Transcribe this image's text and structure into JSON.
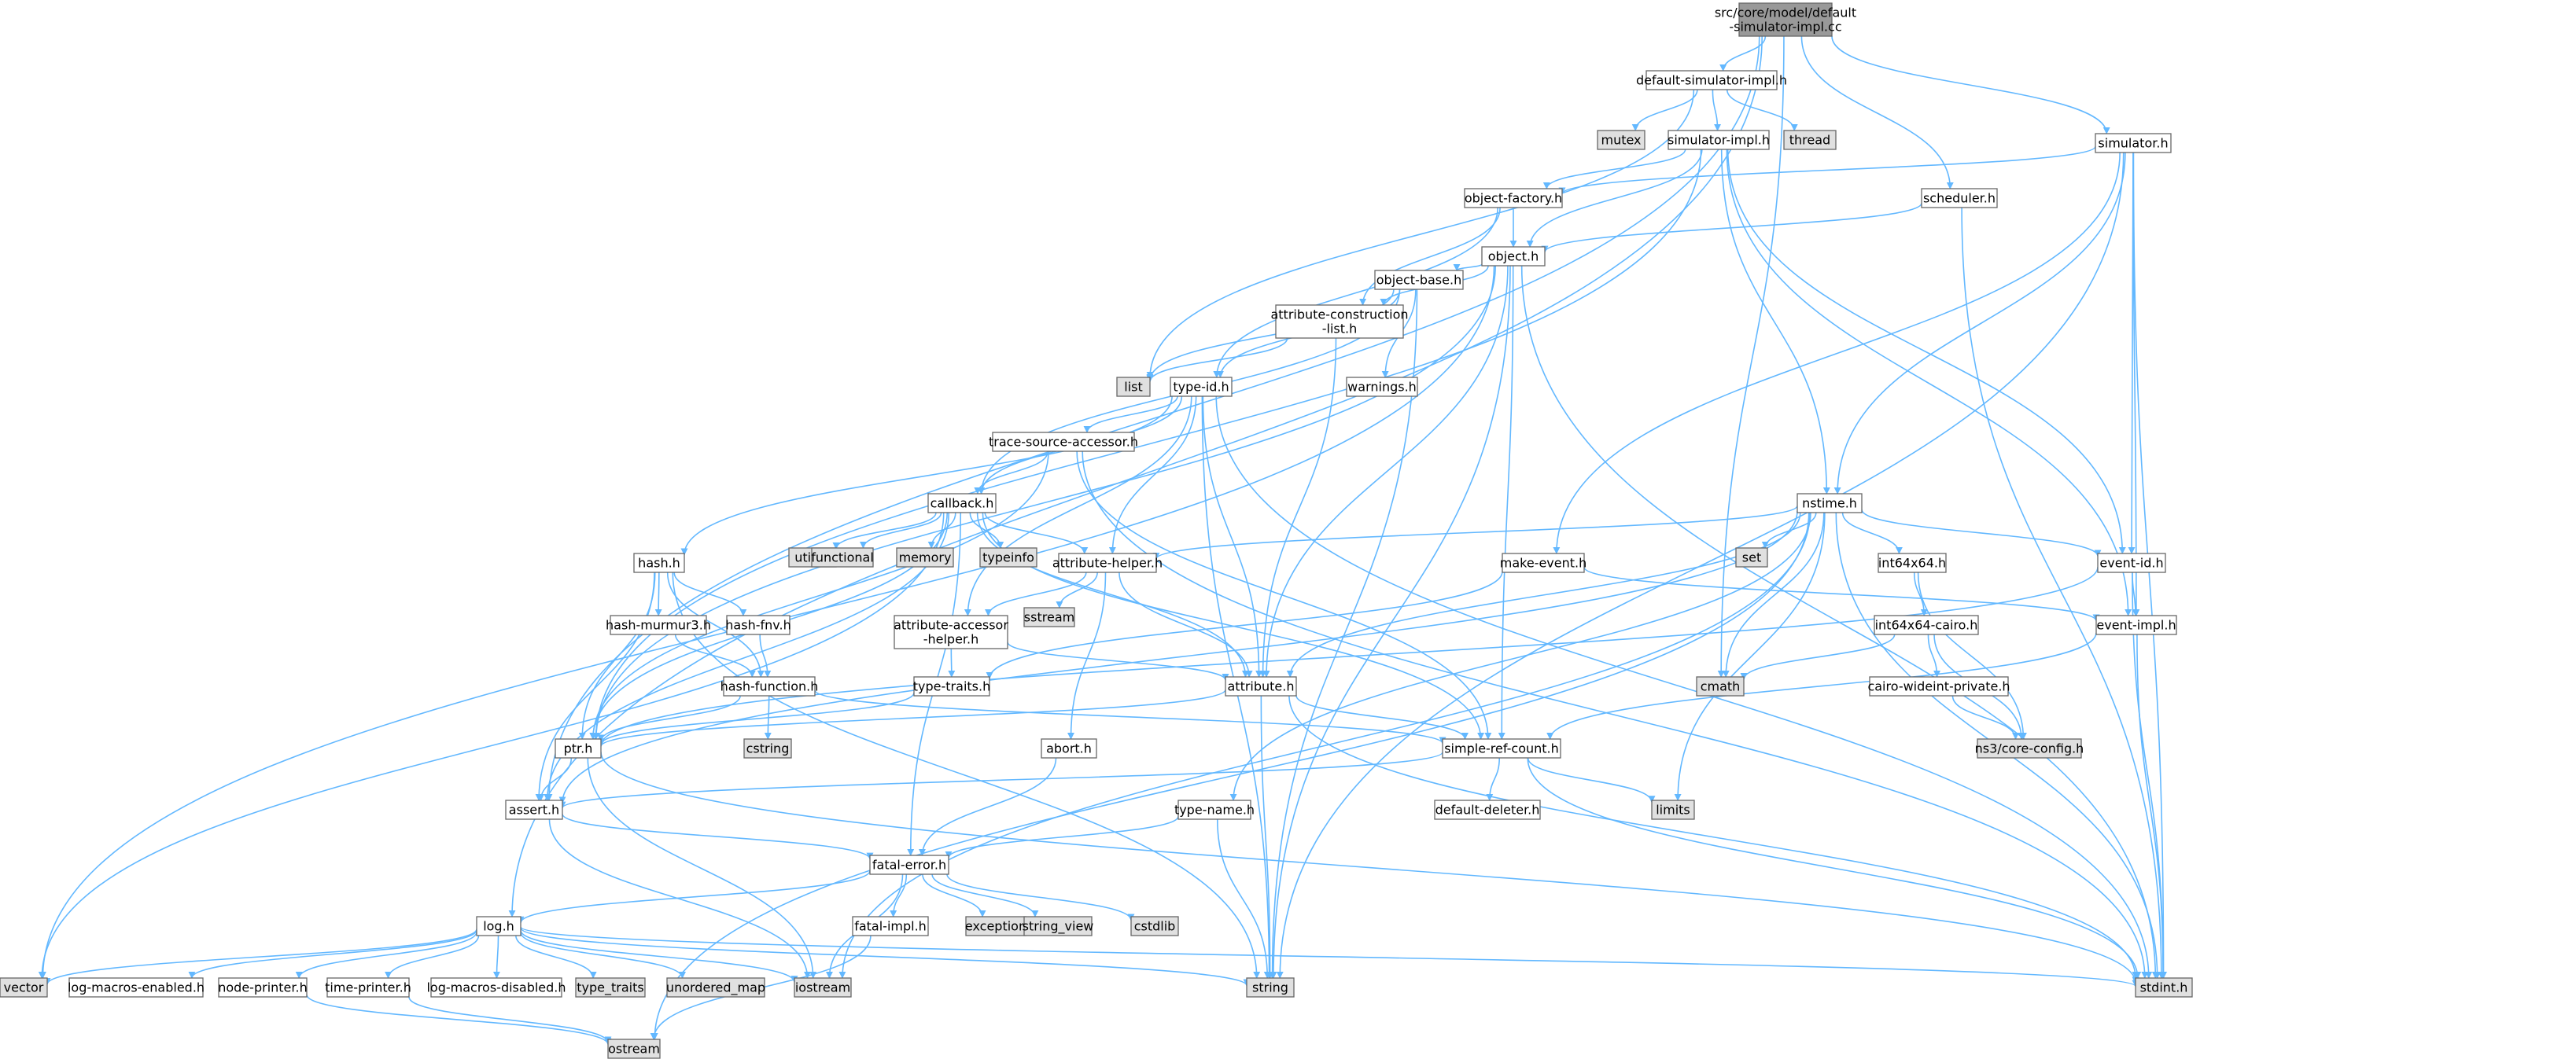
{
  "colors": {
    "edge": "#63b8ff",
    "node_fill": "#ffffff",
    "system_header_fill": "#e0e0e0",
    "root_fill": "#999999",
    "node_border": "#666666"
  },
  "nodes": [
    {
      "id": "root",
      "lines": [
        "src/core/model/default",
        "-simulator-impl.cc"
      ],
      "kind": "root"
    },
    {
      "id": "default-simulator-impl-h",
      "lines": [
        "default-simulator-impl.h"
      ],
      "kind": "file"
    },
    {
      "id": "simulator-h",
      "lines": [
        "simulator.h"
      ],
      "kind": "file"
    },
    {
      "id": "mutex",
      "lines": [
        "mutex"
      ],
      "kind": "system"
    },
    {
      "id": "thread",
      "lines": [
        "thread"
      ],
      "kind": "system"
    },
    {
      "id": "simulator-impl-h",
      "lines": [
        "simulator-impl.h"
      ],
      "kind": "file"
    },
    {
      "id": "object-factory-h",
      "lines": [
        "object-factory.h"
      ],
      "kind": "file"
    },
    {
      "id": "scheduler-h",
      "lines": [
        "scheduler.h"
      ],
      "kind": "file"
    },
    {
      "id": "object-h",
      "lines": [
        "object.h"
      ],
      "kind": "file"
    },
    {
      "id": "attribute-construction-list-h",
      "lines": [
        "attribute-construction",
        "-list.h"
      ],
      "kind": "file"
    },
    {
      "id": "object-base-h",
      "lines": [
        "object-base.h"
      ],
      "kind": "file"
    },
    {
      "id": "list",
      "lines": [
        "list"
      ],
      "kind": "system"
    },
    {
      "id": "type-id-h",
      "lines": [
        "type-id.h"
      ],
      "kind": "file"
    },
    {
      "id": "warnings-h",
      "lines": [
        "warnings.h"
      ],
      "kind": "file"
    },
    {
      "id": "trace-source-accessor-h",
      "lines": [
        "trace-source-accessor.h"
      ],
      "kind": "file"
    },
    {
      "id": "callback-h",
      "lines": [
        "callback.h"
      ],
      "kind": "file"
    },
    {
      "id": "nstime-h",
      "lines": [
        "nstime.h"
      ],
      "kind": "file"
    },
    {
      "id": "utility",
      "lines": [
        "utility"
      ],
      "kind": "system"
    },
    {
      "id": "functional",
      "lines": [
        "functional"
      ],
      "kind": "system"
    },
    {
      "id": "memory",
      "lines": [
        "memory"
      ],
      "kind": "system"
    },
    {
      "id": "typeinfo",
      "lines": [
        "typeinfo"
      ],
      "kind": "system"
    },
    {
      "id": "set",
      "lines": [
        "set"
      ],
      "kind": "system"
    },
    {
      "id": "hash-h",
      "lines": [
        "hash.h"
      ],
      "kind": "file"
    },
    {
      "id": "attribute-helper-h",
      "lines": [
        "attribute-helper.h"
      ],
      "kind": "file"
    },
    {
      "id": "make-event-h",
      "lines": [
        "make-event.h"
      ],
      "kind": "file"
    },
    {
      "id": "int64x64-h",
      "lines": [
        "int64x64.h"
      ],
      "kind": "file"
    },
    {
      "id": "event-id-h",
      "lines": [
        "event-id.h"
      ],
      "kind": "file"
    },
    {
      "id": "sstream",
      "lines": [
        "sstream"
      ],
      "kind": "system"
    },
    {
      "id": "hash-murmur3-h",
      "lines": [
        "hash-murmur3.h"
      ],
      "kind": "file"
    },
    {
      "id": "hash-fnv-h",
      "lines": [
        "hash-fnv.h"
      ],
      "kind": "file"
    },
    {
      "id": "attribute-accessor-helper-h",
      "lines": [
        "attribute-accessor",
        "-helper.h"
      ],
      "kind": "file"
    },
    {
      "id": "int64x64-cairo-h",
      "lines": [
        "int64x64-cairo.h"
      ],
      "kind": "file"
    },
    {
      "id": "event-impl-h",
      "lines": [
        "event-impl.h"
      ],
      "kind": "file"
    },
    {
      "id": "hash-function-h",
      "lines": [
        "hash-function.h"
      ],
      "kind": "file"
    },
    {
      "id": "type-traits-h",
      "lines": [
        "type-traits.h"
      ],
      "kind": "file"
    },
    {
      "id": "attribute-h",
      "lines": [
        "attribute.h"
      ],
      "kind": "file"
    },
    {
      "id": "cmath",
      "lines": [
        "cmath"
      ],
      "kind": "system"
    },
    {
      "id": "cairo-wideint-private-h",
      "lines": [
        "cairo-wideint-private.h"
      ],
      "kind": "file"
    },
    {
      "id": "cstring",
      "lines": [
        "cstring"
      ],
      "kind": "system"
    },
    {
      "id": "ptr-h",
      "lines": [
        "ptr.h"
      ],
      "kind": "file"
    },
    {
      "id": "simple-ref-count-h",
      "lines": [
        "simple-ref-count.h"
      ],
      "kind": "file"
    },
    {
      "id": "ns3-core-config-h",
      "lines": [
        "ns3/core-config.h"
      ],
      "kind": "system"
    },
    {
      "id": "abort-h",
      "lines": [
        "abort.h"
      ],
      "kind": "file"
    },
    {
      "id": "limits",
      "lines": [
        "limits"
      ],
      "kind": "system"
    },
    {
      "id": "assert-h",
      "lines": [
        "assert.h"
      ],
      "kind": "file"
    },
    {
      "id": "type-name-h",
      "lines": [
        "type-name.h"
      ],
      "kind": "file"
    },
    {
      "id": "default-deleter-h",
      "lines": [
        "default-deleter.h"
      ],
      "kind": "file"
    },
    {
      "id": "fatal-error-h",
      "lines": [
        "fatal-error.h"
      ],
      "kind": "file"
    },
    {
      "id": "fatal-impl-h",
      "lines": [
        "fatal-impl.h"
      ],
      "kind": "file"
    },
    {
      "id": "exception",
      "lines": [
        "exception"
      ],
      "kind": "system"
    },
    {
      "id": "string_view",
      "lines": [
        "string_view"
      ],
      "kind": "system"
    },
    {
      "id": "cstdlib",
      "lines": [
        "cstdlib"
      ],
      "kind": "system"
    },
    {
      "id": "log-h",
      "lines": [
        "log.h"
      ],
      "kind": "file"
    },
    {
      "id": "vector",
      "lines": [
        "vector"
      ],
      "kind": "system"
    },
    {
      "id": "log-macros-enabled-h",
      "lines": [
        "log-macros-enabled.h"
      ],
      "kind": "file"
    },
    {
      "id": "node-printer-h",
      "lines": [
        "node-printer.h"
      ],
      "kind": "file"
    },
    {
      "id": "time-printer-h",
      "lines": [
        "time-printer.h"
      ],
      "kind": "file"
    },
    {
      "id": "log-macros-disabled-h",
      "lines": [
        "log-macros-disabled.h"
      ],
      "kind": "file"
    },
    {
      "id": "type_traits",
      "lines": [
        "type_traits"
      ],
      "kind": "system"
    },
    {
      "id": "unordered_map",
      "lines": [
        "unordered_map"
      ],
      "kind": "system"
    },
    {
      "id": "iostream",
      "lines": [
        "iostream"
      ],
      "kind": "system"
    },
    {
      "id": "string",
      "lines": [
        "string"
      ],
      "kind": "system"
    },
    {
      "id": "stdint-h",
      "lines": [
        "stdint.h"
      ],
      "kind": "system"
    },
    {
      "id": "ostream",
      "lines": [
        "ostream"
      ],
      "kind": "system"
    }
  ],
  "edges": [
    [
      "root",
      "default-simulator-impl-h"
    ],
    [
      "root",
      "simulator-h"
    ],
    [
      "root",
      "scheduler-h"
    ],
    [
      "root",
      "cmath"
    ],
    [
      "root",
      "assert-h"
    ],
    [
      "root",
      "log-h"
    ],
    [
      "default-simulator-impl-h",
      "mutex"
    ],
    [
      "default-simulator-impl-h",
      "thread"
    ],
    [
      "default-simulator-impl-h",
      "simulator-impl-h"
    ],
    [
      "default-simulator-impl-h",
      "list"
    ],
    [
      "simulator-impl-h",
      "object-factory-h"
    ],
    [
      "simulator-impl-h",
      "object-h"
    ],
    [
      "simulator-impl-h",
      "nstime-h"
    ],
    [
      "simulator-impl-h",
      "event-id-h"
    ],
    [
      "simulator-impl-h",
      "event-impl-h"
    ],
    [
      "simulator-impl-h",
      "ptr-h"
    ],
    [
      "simulator-h",
      "object-factory-h"
    ],
    [
      "simulator-h",
      "nstime-h"
    ],
    [
      "simulator-h",
      "make-event-h"
    ],
    [
      "simulator-h",
      "event-id-h"
    ],
    [
      "simulator-h",
      "event-impl-h"
    ],
    [
      "simulator-h",
      "string"
    ],
    [
      "simulator-h",
      "stdint-h"
    ],
    [
      "scheduler-h",
      "object-h"
    ],
    [
      "scheduler-h",
      "stdint-h"
    ],
    [
      "object-factory-h",
      "object-h"
    ],
    [
      "object-factory-h",
      "type-id-h"
    ],
    [
      "object-factory-h",
      "attribute-construction-list-h"
    ],
    [
      "object-h",
      "object-base-h"
    ],
    [
      "object-h",
      "attribute-construction-list-h"
    ],
    [
      "object-h",
      "ptr-h"
    ],
    [
      "object-h",
      "attribute-h"
    ],
    [
      "object-h",
      "simple-ref-count-h"
    ],
    [
      "object-h",
      "vector"
    ],
    [
      "object-h",
      "stdint-h"
    ],
    [
      "object-h",
      "string"
    ],
    [
      "object-base-h",
      "type-id-h"
    ],
    [
      "object-base-h",
      "callback-h"
    ],
    [
      "object-base-h",
      "warnings-h"
    ],
    [
      "object-base-h",
      "list"
    ],
    [
      "object-base-h",
      "string"
    ],
    [
      "attribute-construction-list-h",
      "list"
    ],
    [
      "attribute-construction-list-h",
      "attribute-h"
    ],
    [
      "type-id-h",
      "trace-source-accessor-h"
    ],
    [
      "type-id-h",
      "callback-h"
    ],
    [
      "type-id-h",
      "hash-h"
    ],
    [
      "type-id-h",
      "attribute-helper-h"
    ],
    [
      "type-id-h",
      "attribute-accessor-helper-h"
    ],
    [
      "type-id-h",
      "attribute-h"
    ],
    [
      "type-id-h",
      "string"
    ],
    [
      "type-id-h",
      "stdint-h"
    ],
    [
      "trace-source-accessor-h",
      "callback-h"
    ],
    [
      "trace-source-accessor-h",
      "ptr-h"
    ],
    [
      "trace-source-accessor-h",
      "simple-ref-count-h"
    ],
    [
      "trace-source-accessor-h",
      "stdint-h"
    ],
    [
      "callback-h",
      "utility"
    ],
    [
      "callback-h",
      "functional"
    ],
    [
      "callback-h",
      "memory"
    ],
    [
      "callback-h",
      "typeinfo"
    ],
    [
      "callback-h",
      "attribute-helper-h"
    ],
    [
      "callback-h",
      "attribute-h"
    ],
    [
      "callback-h",
      "ptr-h"
    ],
    [
      "callback-h",
      "simple-ref-count-h"
    ],
    [
      "callback-h",
      "fatal-error-h"
    ],
    [
      "callback-h",
      "assert-h"
    ],
    [
      "callback-h",
      "vector"
    ],
    [
      "nstime-h",
      "set"
    ],
    [
      "nstime-h",
      "int64x64-h"
    ],
    [
      "nstime-h",
      "event-id-h"
    ],
    [
      "nstime-h",
      "attribute-helper-h"
    ],
    [
      "nstime-h",
      "attribute-h"
    ],
    [
      "nstime-h",
      "assert-h"
    ],
    [
      "nstime-h",
      "cmath"
    ],
    [
      "nstime-h",
      "limits"
    ],
    [
      "nstime-h",
      "type-name-h"
    ],
    [
      "nstime-h",
      "iostream"
    ],
    [
      "nstime-h",
      "ostream"
    ],
    [
      "nstime-h",
      "stdint-h"
    ],
    [
      "hash-h",
      "hash-murmur3-h"
    ],
    [
      "hash-h",
      "hash-fnv-h"
    ],
    [
      "hash-h",
      "hash-function-h"
    ],
    [
      "hash-h",
      "ptr-h"
    ],
    [
      "hash-h",
      "assert-h"
    ],
    [
      "hash-h",
      "string"
    ],
    [
      "hash-murmur3-h",
      "hash-function-h"
    ],
    [
      "hash-fnv-h",
      "hash-function-h"
    ],
    [
      "hash-function-h",
      "cstring"
    ],
    [
      "hash-function-h",
      "ptr-h"
    ],
    [
      "hash-function-h",
      "simple-ref-count-h"
    ],
    [
      "attribute-helper-h",
      "sstream"
    ],
    [
      "attribute-helper-h",
      "attribute-accessor-helper-h"
    ],
    [
      "attribute-helper-h",
      "attribute-h"
    ],
    [
      "attribute-helper-h",
      "abort-h"
    ],
    [
      "attribute-accessor-helper-h",
      "type-traits-h"
    ],
    [
      "attribute-accessor-helper-h",
      "attribute-h"
    ],
    [
      "type-traits-h",
      "ptr-h"
    ],
    [
      "make-event-h",
      "type-traits-h"
    ],
    [
      "make-event-h",
      "event-impl-h"
    ],
    [
      "int64x64-h",
      "int64x64-cairo-h"
    ],
    [
      "int64x64-h",
      "ns3-core-config-h"
    ],
    [
      "int64x64-cairo-h",
      "cmath"
    ],
    [
      "int64x64-cairo-h",
      "cairo-wideint-private-h"
    ],
    [
      "int64x64-cairo-h",
      "ns3-core-config-h"
    ],
    [
      "cairo-wideint-private-h",
      "ns3-core-config-h"
    ],
    [
      "event-id-h",
      "event-impl-h"
    ],
    [
      "event-id-h",
      "ptr-h"
    ],
    [
      "event-id-h",
      "stdint-h"
    ],
    [
      "event-impl-h",
      "simple-ref-count-h"
    ],
    [
      "event-impl-h",
      "stdint-h"
    ],
    [
      "attribute-h",
      "ptr-h"
    ],
    [
      "attribute-h",
      "simple-ref-count-h"
    ],
    [
      "attribute-h",
      "string"
    ],
    [
      "attribute-h",
      "stdint-h"
    ],
    [
      "ptr-h",
      "assert-h"
    ],
    [
      "ptr-h",
      "iostream"
    ],
    [
      "ptr-h",
      "stdint-h"
    ],
    [
      "simple-ref-count-h",
      "assert-h"
    ],
    [
      "simple-ref-count-h",
      "default-deleter-h"
    ],
    [
      "simple-ref-count-h",
      "limits"
    ],
    [
      "simple-ref-count-h",
      "stdint-h"
    ],
    [
      "abort-h",
      "fatal-error-h"
    ],
    [
      "type-name-h",
      "fatal-error-h"
    ],
    [
      "type-name-h",
      "string"
    ],
    [
      "assert-h",
      "fatal-error-h"
    ],
    [
      "assert-h",
      "iostream"
    ],
    [
      "fatal-error-h",
      "fatal-impl-h"
    ],
    [
      "fatal-error-h",
      "exception"
    ],
    [
      "fatal-error-h",
      "string_view"
    ],
    [
      "fatal-error-h",
      "cstdlib"
    ],
    [
      "fatal-error-h",
      "iostream"
    ],
    [
      "fatal-error-h",
      "log-h"
    ],
    [
      "fatal-impl-h",
      "ostream"
    ],
    [
      "log-h",
      "vector"
    ],
    [
      "log-h",
      "log-macros-enabled-h"
    ],
    [
      "log-h",
      "node-printer-h"
    ],
    [
      "log-h",
      "time-printer-h"
    ],
    [
      "log-h",
      "log-macros-disabled-h"
    ],
    [
      "log-h",
      "type_traits"
    ],
    [
      "log-h",
      "unordered_map"
    ],
    [
      "log-h",
      "iostream"
    ],
    [
      "log-h",
      "string"
    ],
    [
      "log-h",
      "stdint-h"
    ],
    [
      "node-printer-h",
      "ostream"
    ],
    [
      "time-printer-h",
      "ostream"
    ]
  ]
}
